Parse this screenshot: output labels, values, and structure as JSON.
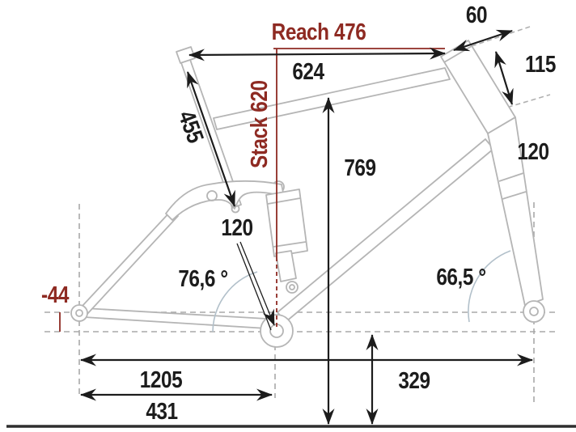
{
  "colors": {
    "dimension_red": "#8e2a22",
    "dimension_black": "#1c1c1c",
    "frame_gray": "#b5b5b5",
    "dashed_gray": "#a8a8a8",
    "angle_arc_gray": "#b2c0ca",
    "ground_line": "#2e2e2e"
  },
  "labels": {
    "reach": "Reach 476",
    "stack": "Stack 620",
    "stem_length": "60",
    "head_tube_length": "115",
    "top_tube_length": "624",
    "seat_tube_length": "455",
    "standover_height": "769",
    "fork_travel": "120",
    "rear_travel": "120",
    "seat_angle": "76,6 °",
    "head_angle": "66,5 °",
    "bb_drop": "-44",
    "wheelbase": "1205",
    "chainstay_length": "431",
    "bb_height": "329"
  }
}
